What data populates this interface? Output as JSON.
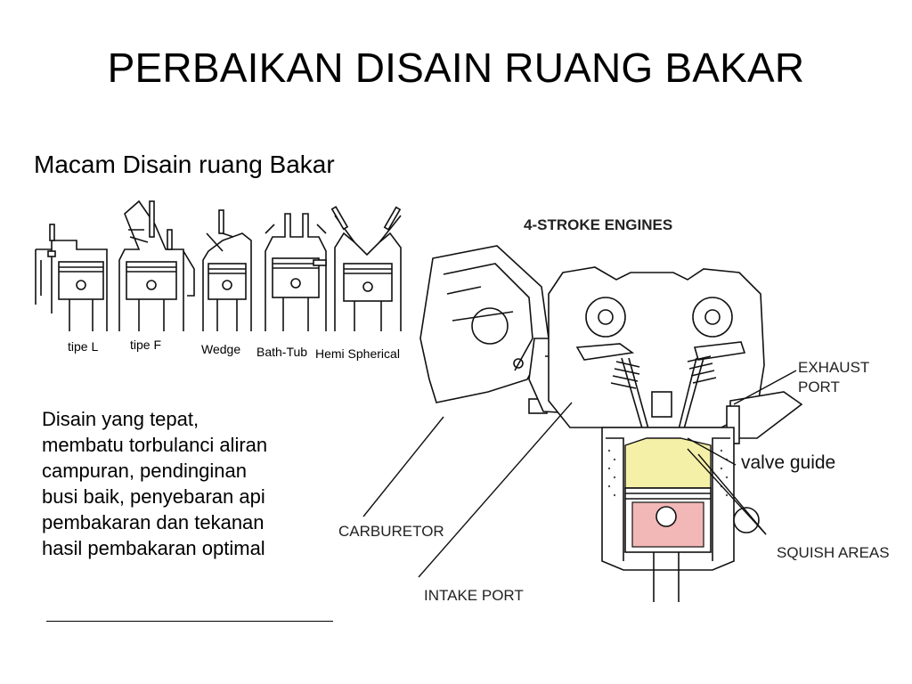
{
  "slide": {
    "title": "PERBAIKAN DISAIN RUANG BAKAR",
    "subtitle": "Macam Disain ruang Bakar",
    "description_lines": [
      "Disain yang tepat,",
      "membatu torbulanci aliran",
      "campuran, pendinginan",
      "busi baik, penyebaran api",
      "pembakaran dan tekanan",
      "hasil pembakaran optimal"
    ]
  },
  "chambers": {
    "labels": [
      "tipe  L",
      "tipe F",
      "Wedge",
      "Bath-Tub",
      "Hemi Spherical"
    ]
  },
  "engine": {
    "title": "4-STROKE ENGINES",
    "labels": {
      "exhaust_1": "EXHAUST",
      "exhaust_2": "PORT",
      "valve_guide": "valve guide",
      "squish": "SQUISH AREAS",
      "carburetor": "CARBURETOR",
      "intake": "INTAKE PORT"
    },
    "colors": {
      "chamber": "#f5f0a8",
      "piston": "#f2b7b7"
    }
  }
}
